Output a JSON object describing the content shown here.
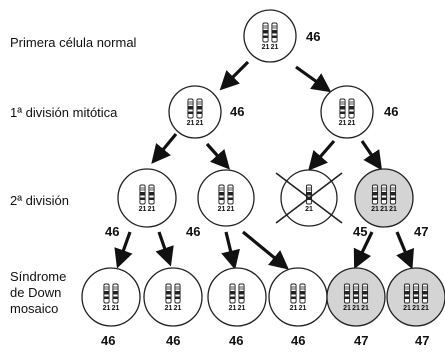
{
  "labels": {
    "first_cell": "Primera célula normal",
    "first_division": "1ª división mitótica",
    "second_division": "2ª división",
    "mosaic": "Síndrome\nde Down\nmosaico"
  },
  "counts": {
    "root": "46",
    "d1_left": "46",
    "d1_right": "46",
    "d2_a": "46",
    "d2_b": "46",
    "d2_c": "45",
    "d2_d": "47",
    "m1": "46",
    "m2": "46",
    "m3": "46",
    "m4": "46",
    "m5": "47",
    "m6": "47"
  },
  "chromosome_label": "21",
  "colors": {
    "normal_fill": "#ffffff",
    "trisomic_fill": "#d4d4d4",
    "outline": "#222222",
    "arrow": "#111111"
  }
}
